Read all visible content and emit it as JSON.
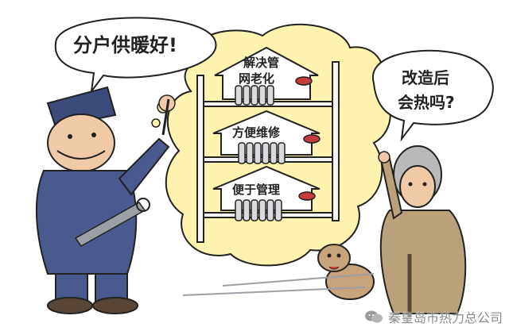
{
  "speech_left": "分户供暖好!",
  "speech_right_line1": "改造后",
  "speech_right_line2": "会热吗?",
  "house_top_line1": "解决管",
  "house_top_line2": "网老化",
  "house_mid": "方便维修",
  "house_bottom": "便于管理",
  "watermark": "秦皇岛市热力总公司",
  "colors": {
    "bubble": "#fff3b0",
    "worker_uniform": "#4b5a8e",
    "radiator": "#d9d9de",
    "valve": "#c53a3a",
    "outline": "#222222"
  },
  "icons": [
    "wechat-icon",
    "wrench-icon",
    "valve-icon"
  ]
}
